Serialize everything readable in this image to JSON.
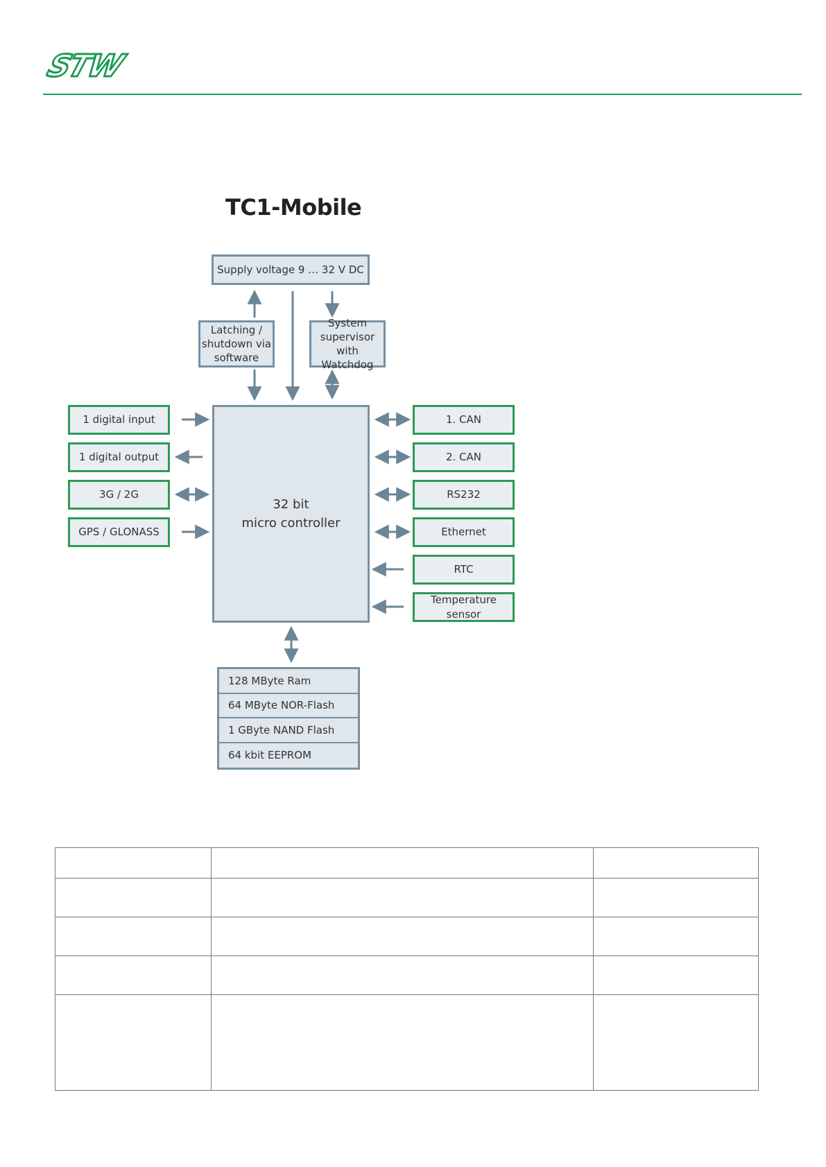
{
  "header": {
    "logo_text": "STW",
    "rule_color": "#1e9a56"
  },
  "diagram": {
    "title": "TC1-Mobile",
    "supply": "Supply voltage 9 … 32 V DC",
    "latching": [
      "Latching /",
      "shutdown via",
      "software"
    ],
    "supervisor": [
      "System",
      "supervisor with",
      "Watchdog"
    ],
    "cpu": [
      "32 bit",
      "micro controller"
    ],
    "left_io": [
      "1 digital input",
      "1 digital output",
      "3G / 2G",
      "GPS / GLONASS"
    ],
    "right_io": [
      "1. CAN",
      "2. CAN",
      "RS232",
      "Ethernet",
      "RTC",
      "Temperature sensor"
    ],
    "memory": [
      "128 MByte Ram",
      "64 MByte NOR-Flash",
      "1 GByte NAND Flash",
      "64 kbit EEPROM"
    ],
    "colors": {
      "gray_fill": "#dfe6ec",
      "gray_border": "#7990a1",
      "green_border": "#2c9a56",
      "arrow": "#6c8597"
    }
  },
  "table": {
    "rows": [
      [
        "",
        "",
        ""
      ],
      [
        "",
        "",
        ""
      ],
      [
        "",
        "",
        ""
      ],
      [
        "",
        "",
        ""
      ],
      [
        "",
        "",
        ""
      ]
    ]
  }
}
